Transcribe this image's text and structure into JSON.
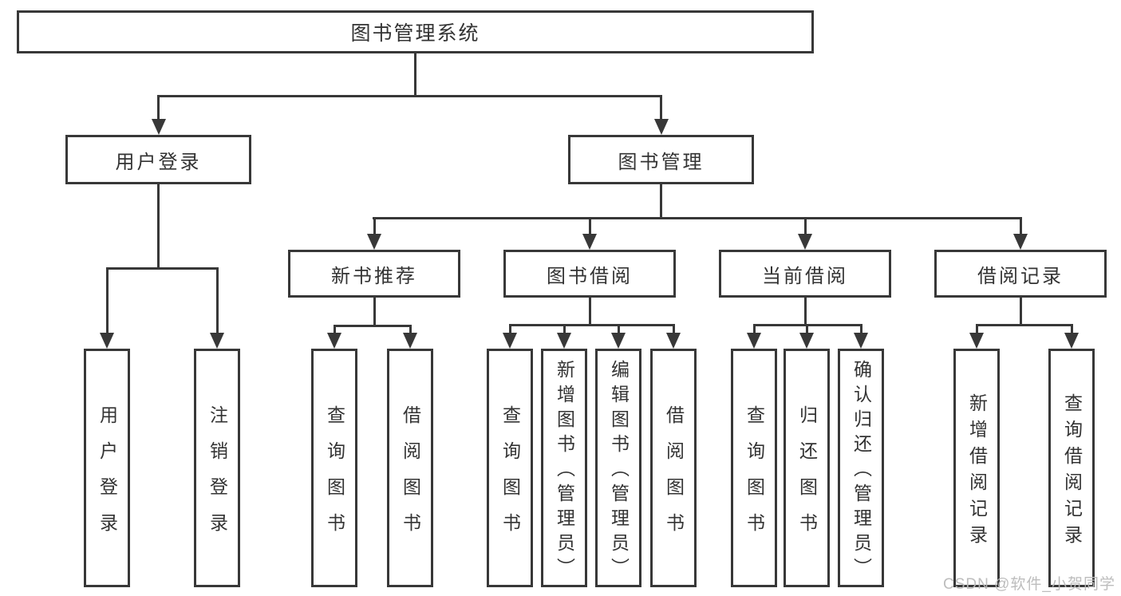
{
  "diagram": {
    "title": "图书管理系统",
    "watermark": "CSDN @软件_小贺同学",
    "colors": {
      "line": "#383838",
      "text": "#333333",
      "background": "#ffffff",
      "watermark": "#b9b9b9"
    },
    "tree": {
      "root": {
        "label": "图书管理系统"
      },
      "user_login": {
        "label": "用户登录",
        "children": {
          "login": {
            "label": "用户登录"
          },
          "logout": {
            "label": "注销登录"
          }
        }
      },
      "book_management": {
        "label": "图书管理",
        "children": {
          "new_book_recommend": {
            "label": "新书推荐",
            "children": {
              "query_books": {
                "label": "查询图书"
              },
              "borrow_books": {
                "label": "借阅图书"
              }
            }
          },
          "book_borrowing": {
            "label": "图书借阅",
            "children": {
              "query_books": {
                "label": "查询图书"
              },
              "add_books": {
                "label": "新增图书（管理员）"
              },
              "edit_books": {
                "label": "编辑图书（管理员）"
              },
              "borrow_books": {
                "label": "借阅图书"
              }
            }
          },
          "current_borrowing": {
            "label": "当前借阅",
            "children": {
              "query_books": {
                "label": "查询图书"
              },
              "return_books": {
                "label": "归还图书"
              },
              "confirm_return": {
                "label": "确认归还（管理员）"
              }
            }
          },
          "borrowing_records": {
            "label": "借阅记录",
            "children": {
              "add_record": {
                "label": "新增借阅记录"
              },
              "query_record": {
                "label": "查询借阅记录"
              }
            }
          }
        }
      }
    }
  }
}
